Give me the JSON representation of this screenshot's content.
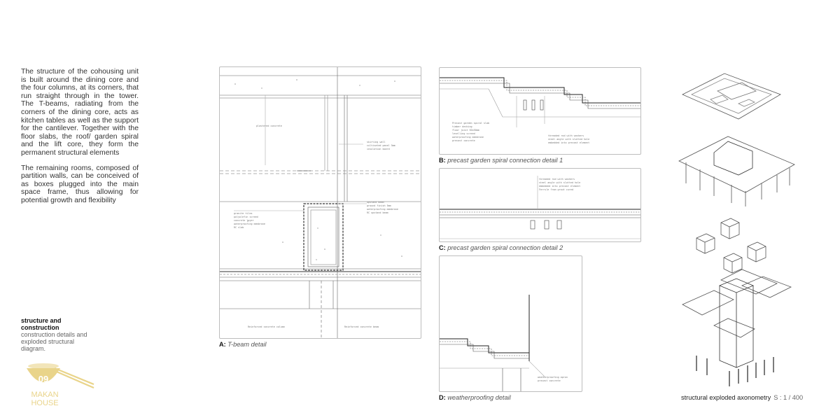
{
  "intro": {
    "paragraph1": "The structure of the cohousing unit is built around the dining core and the four columns, at its corners, that run straight through in the tower. The T-beams, radiating from the corners of the dining core, acts as kitchen tables as well as the support for the cantilever. Together with the floor slabs, the roof/ garden spiral and the lift core, they form the permanent structural elements",
    "paragraph2": "The remaining rooms, composed of partition walls, can be conceived of as boxes plugged into the main space frame, thus allowing for potential growth and flexibility"
  },
  "section": {
    "title": "structure and construction",
    "subtitle": "construction details and exploded structural diagram."
  },
  "logo": {
    "number": "09",
    "line1": "MAKAN",
    "line2": "HOUSE",
    "color": "#e9d48a"
  },
  "details": {
    "a": {
      "letter": "A:",
      "text": "T-beam detail"
    },
    "b": {
      "letter": "B:",
      "text": "precast garden spiral connection detail 1"
    },
    "c": {
      "letter": "C:",
      "text": "precast garden spiral connection detail 2"
    },
    "d": {
      "letter": "D:",
      "text": "weatherproofing detail"
    }
  },
  "axonometry": {
    "title": "structural exploded axonometry",
    "scale": "S : 1 / 400"
  }
}
